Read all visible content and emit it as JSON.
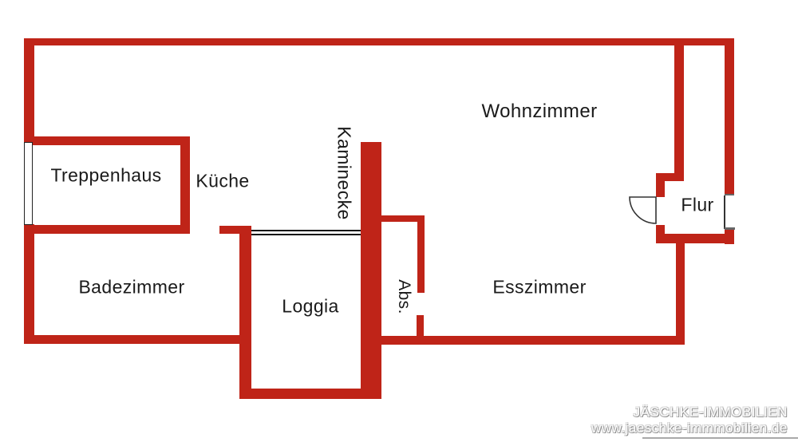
{
  "rooms": {
    "wohnzimmer": "Wohnzimmer",
    "treppenhaus": "Treppenhaus",
    "kueche": "Küche",
    "kaminecke": "Kaminecke",
    "flur": "Flur",
    "badezimmer": "Badezimmer",
    "loggia": "Loggia",
    "abstellraum": "Abs.",
    "esszimmer": "Esszimmer"
  },
  "branding": {
    "company": "JÄSCHKE-IMMOBILIEN",
    "website": "www.jaeschke-immmobilien.de"
  },
  "colors": {
    "wall_red": "#bf2418",
    "label_text": "#1a1a1a",
    "branding_shadow": "#8f8f8f"
  }
}
